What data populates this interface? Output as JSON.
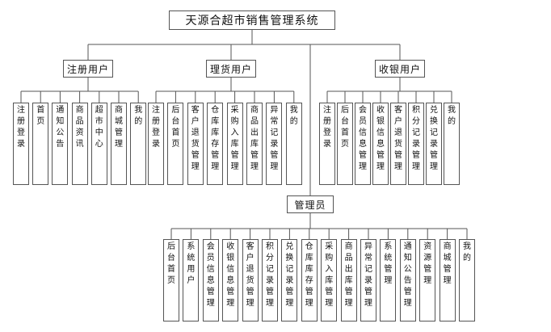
{
  "diagram": {
    "title": "天源合超市销售管理系统",
    "groups": [
      {
        "key": "reg",
        "label": "注册用户",
        "children": [
          "注册登录",
          "首页",
          "通知公告",
          "商品资讯",
          "超市中心",
          "商城管理",
          "我的"
        ]
      },
      {
        "key": "mgr",
        "label": "理货用户",
        "children": [
          "注册登录",
          "后台首页",
          "客户退货管理",
          "仓库库存管理",
          "采购入库管理",
          "商品出库管理",
          "异常记录管理",
          "我的"
        ]
      },
      {
        "key": "cash",
        "label": "收银用户",
        "children": [
          "注册登录",
          "后台首页",
          "会员信息管理",
          "收银信息管理",
          "客户退货管理",
          "积分记录管理",
          "兑换记录管理",
          "我的"
        ]
      },
      {
        "key": "admin",
        "label": "管理员",
        "children": [
          "后台首页",
          "系统用户",
          "会员信息管理",
          "收银信息管理",
          "客户退货管理",
          "积分记录管理",
          "兑换记录管理",
          "仓库库存管理",
          "采购入库管理",
          "商品出库管理",
          "异常记录管理",
          "系统管理",
          "通知公告管理",
          "资源管理",
          "商城管理",
          "我的"
        ]
      }
    ]
  }
}
